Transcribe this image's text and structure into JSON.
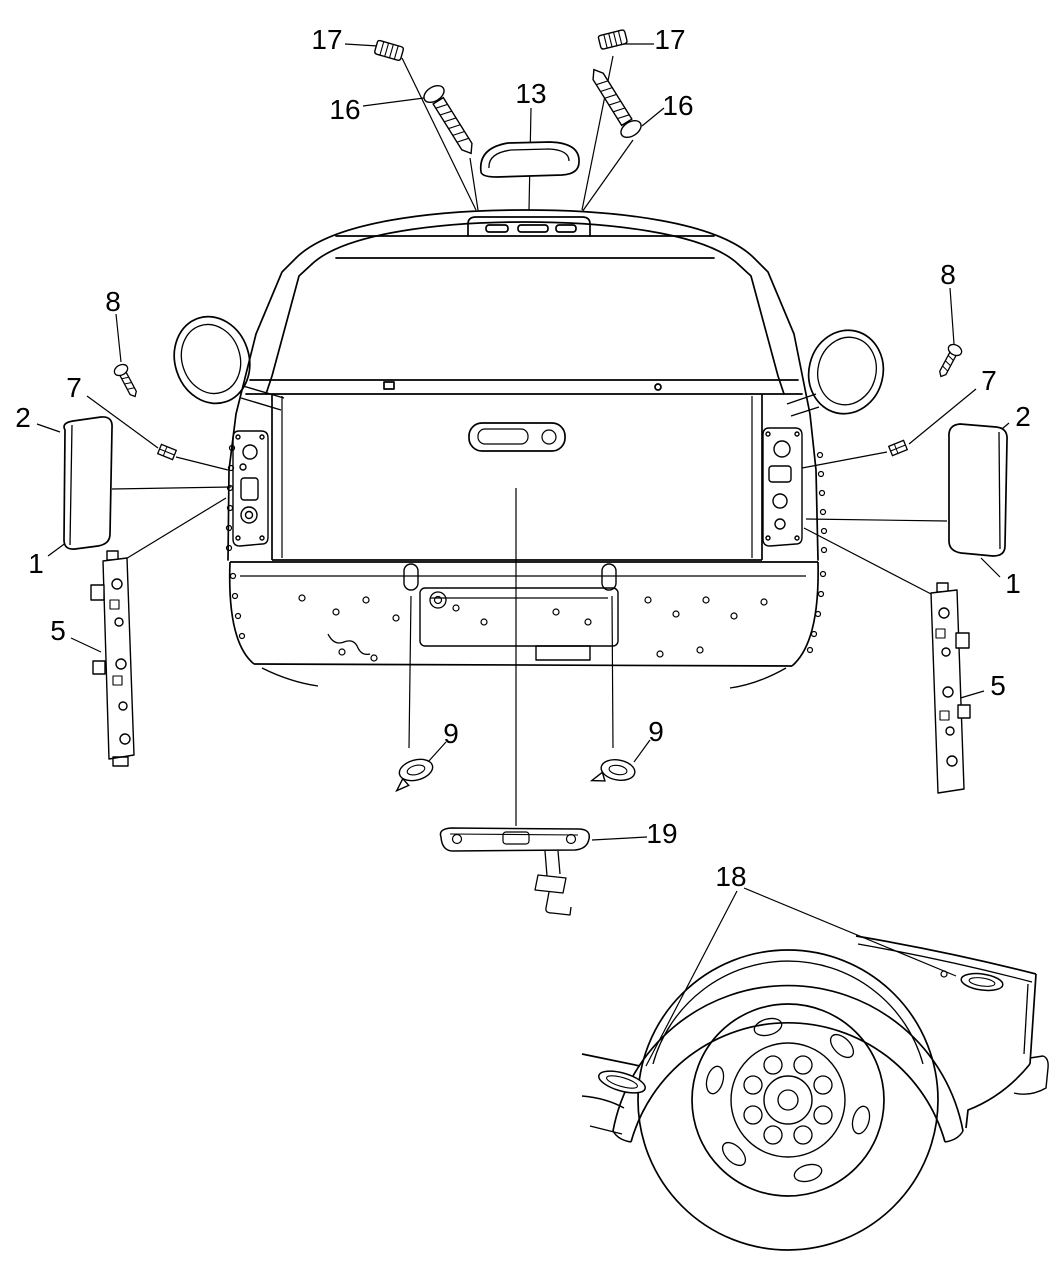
{
  "page": {
    "background_color": "#ffffff",
    "line_color": "#000000"
  },
  "diagram": {
    "type": "exploded-parts-diagram",
    "subject": "pickup-truck-rear-lamps-and-tailgate-rear-view-with-fender-wheel-detail",
    "callouts": [
      {
        "id": "17-left",
        "label": "17"
      },
      {
        "id": "16-left",
        "label": "16"
      },
      {
        "id": "13",
        "label": "13"
      },
      {
        "id": "17-right",
        "label": "17"
      },
      {
        "id": "16-right",
        "label": "16"
      },
      {
        "id": "8-left",
        "label": "8"
      },
      {
        "id": "7-left",
        "label": "7"
      },
      {
        "id": "2-left",
        "label": "2"
      },
      {
        "id": "1-left",
        "label": "1"
      },
      {
        "id": "5-left",
        "label": "5"
      },
      {
        "id": "8-right",
        "label": "8"
      },
      {
        "id": "7-right",
        "label": "7"
      },
      {
        "id": "2-right",
        "label": "2"
      },
      {
        "id": "1-right",
        "label": "1"
      },
      {
        "id": "5-right",
        "label": "5"
      },
      {
        "id": "9-left",
        "label": "9"
      },
      {
        "id": "9-right",
        "label": "9"
      },
      {
        "id": "19",
        "label": "19"
      },
      {
        "id": "18",
        "label": "18"
      }
    ]
  }
}
